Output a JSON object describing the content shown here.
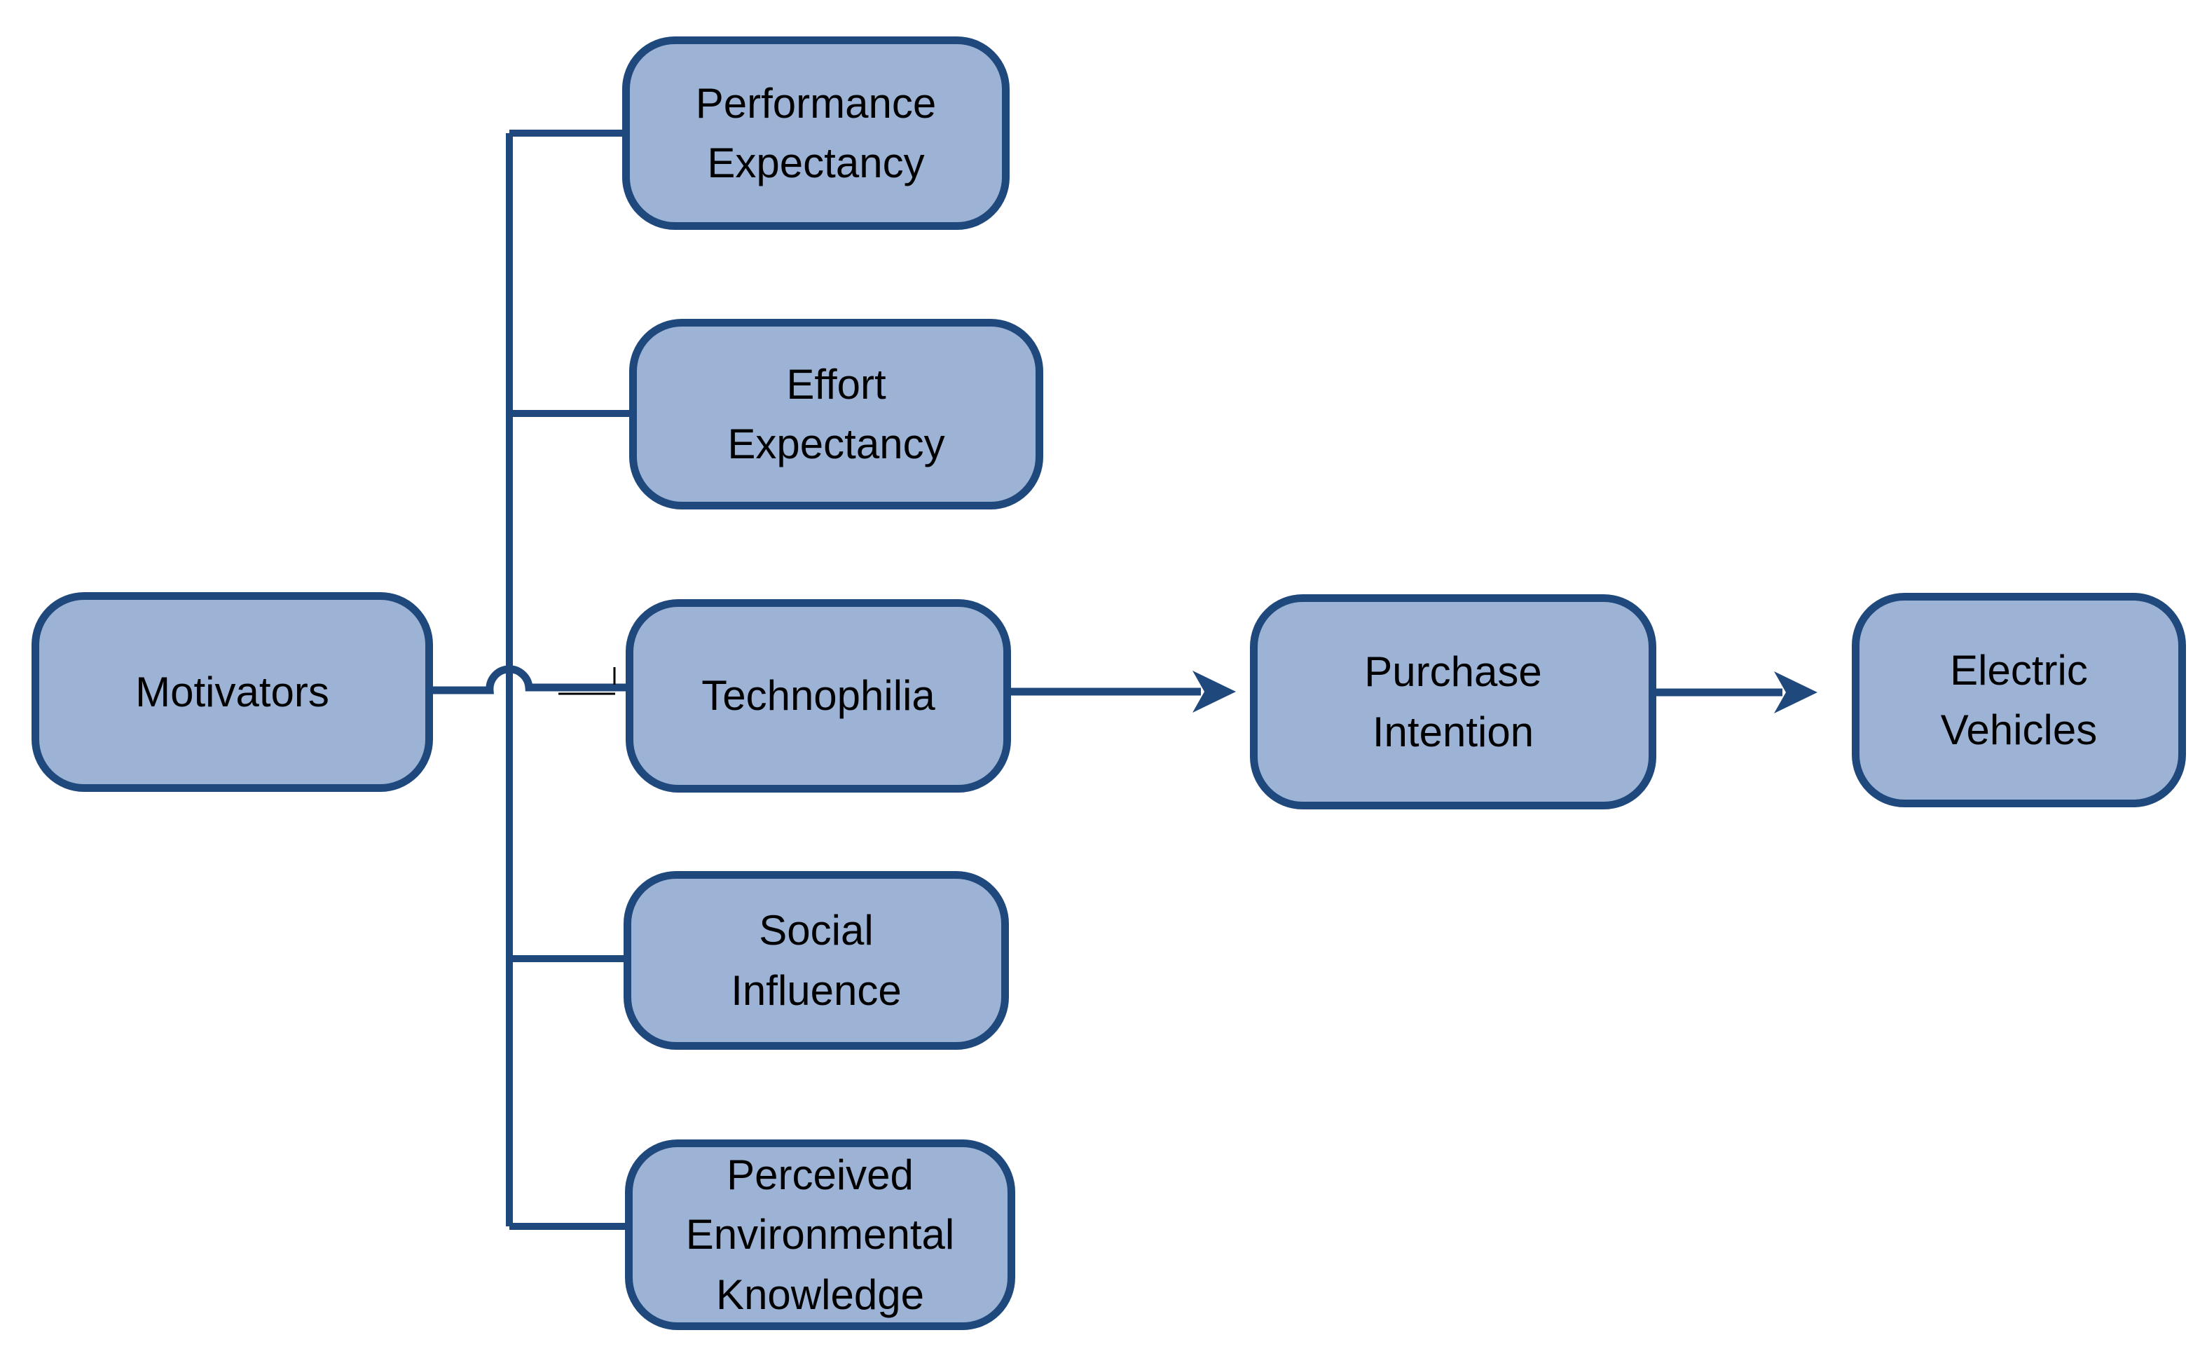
{
  "diagram": {
    "description": "Conceptual model diagram linking motivator factors to electric vehicle purchase intention",
    "nodes": {
      "motivators": {
        "label": "Motivators"
      },
      "performance": {
        "label": "Performance\nExpectancy"
      },
      "effort": {
        "label": "Effort\nExpectancy"
      },
      "technophilia": {
        "label": "Technophilia"
      },
      "social": {
        "label": "Social\nInfluence"
      },
      "perceived": {
        "label": "Perceived\nEnvironmental\nKnowledge"
      },
      "purchase": {
        "label": "Purchase\nIntention"
      },
      "electric": {
        "label": "Electric\nVehicles"
      }
    },
    "relationships": {
      "motivator_factors": [
        "Performance Expectancy",
        "Effort Expectancy",
        "Technophilia",
        "Social Influence",
        "Perceived Environmental Knowledge"
      ],
      "arrows": [
        {
          "from": "Technophilia",
          "to": "Purchase Intention"
        },
        {
          "from": "Purchase Intention",
          "to": "Electric Vehicles"
        }
      ]
    },
    "colors": {
      "node_fill": "#9DB3D5",
      "node_border": "#1F497D",
      "connector": "#1F497D",
      "text": "#000000",
      "background": "#FFFFFF"
    }
  }
}
